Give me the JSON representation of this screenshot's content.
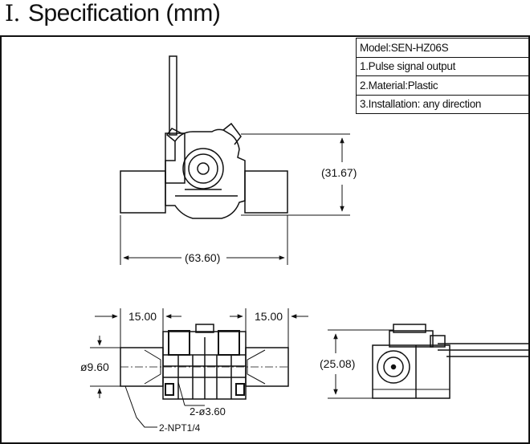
{
  "header": {
    "section_number": "Ⅰ.",
    "title": "Specification (mm)"
  },
  "spec_table": {
    "rows": [
      "Model:SEN-HZ06S",
      "1.Pulse signal output",
      "2.Material:Plastic",
      "3.Installation: any direction"
    ]
  },
  "dimensions": {
    "height_top": "(31.67)",
    "total_length": "(63.60)",
    "left_length": "15.00",
    "right_length": "15.00",
    "pipe_diameter": "ø9.60",
    "hole_spec": "2-ø3.60",
    "thread_spec": "2-NPT1/4",
    "side_height": "(25.08)"
  }
}
